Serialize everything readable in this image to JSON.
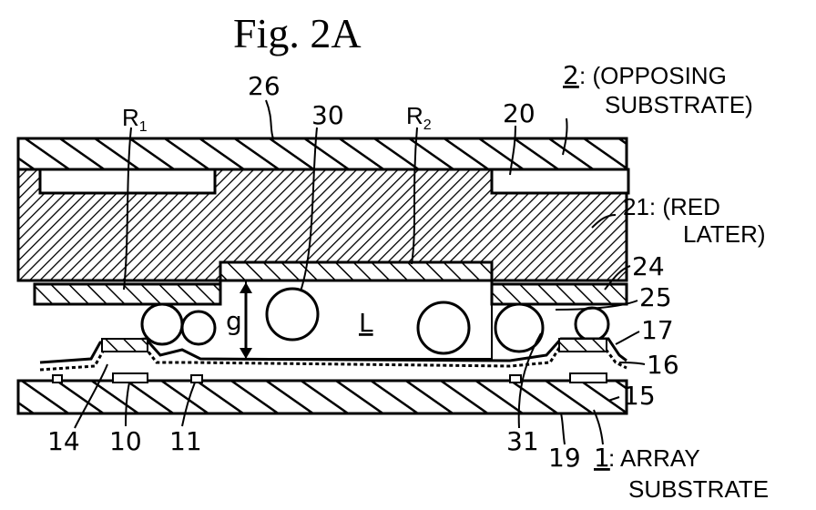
{
  "title": "Fig. 2A",
  "labels": {
    "r1": "R",
    "r1_sub": "1",
    "r2": "R",
    "r2_sub": "2",
    "l26": "26",
    "l30": "30",
    "l20": "20",
    "l2": "2",
    "opposing_1": ": (OPPOSING",
    "opposing_2": "SUBSTRATE)",
    "l21": "21: (RED",
    "later": "LATER)",
    "l24": "24",
    "l25": "25",
    "l17": "17",
    "l16": "16",
    "l15": "15",
    "g": "g",
    "L": "L",
    "l14": "14",
    "l10": "10",
    "l11": "11",
    "l31": "31",
    "l19": "19",
    "l1": "1",
    "array_1": ": ARRAY",
    "array_2": "SUBSTRATE"
  }
}
